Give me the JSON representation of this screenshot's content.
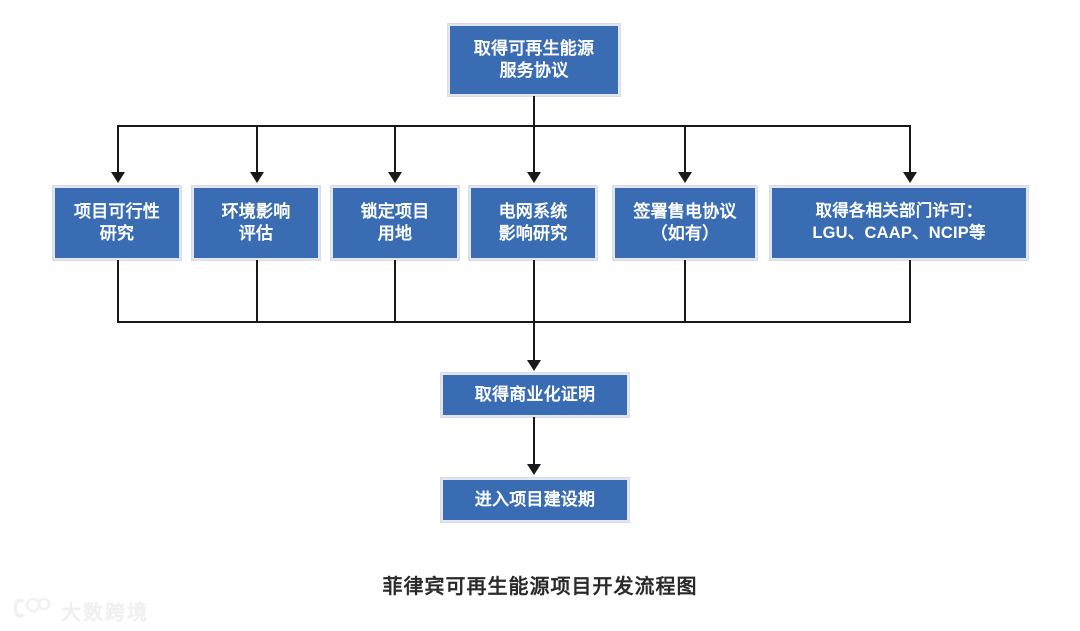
{
  "diagram": {
    "caption": "菲律宾可再生能源项目开发流程图",
    "colors": {
      "node_fill": "#3A6CB4",
      "node_border": "#E2E6EC",
      "node_text": "#FFFFFF",
      "connector": "#191919",
      "background": "#FFFFFF",
      "caption_text": "#2A2A2A"
    },
    "start_node": {
      "id": "rsc",
      "label": "取得可再生能源\n服务协议"
    },
    "parallel_nodes": [
      {
        "id": "feasibility",
        "label": "项目可行性\n研究"
      },
      {
        "id": "eia",
        "label": "环境影响\n评估"
      },
      {
        "id": "land",
        "label": "锁定项目\n用地"
      },
      {
        "id": "grid",
        "label": "电网系统\n影响研究"
      },
      {
        "id": "ppa",
        "label": "签署售电协议\n（如有）"
      },
      {
        "id": "permits",
        "label": "取得各相关部门许可：\nLGU、CAAP、NCIP等"
      }
    ],
    "end_nodes": [
      {
        "id": "coc",
        "label": "取得商业化证明"
      },
      {
        "id": "construction",
        "label": "进入项目建设期"
      }
    ]
  },
  "watermark": {
    "text": "大数跨境",
    "logo": "dashu-logo-icon"
  }
}
